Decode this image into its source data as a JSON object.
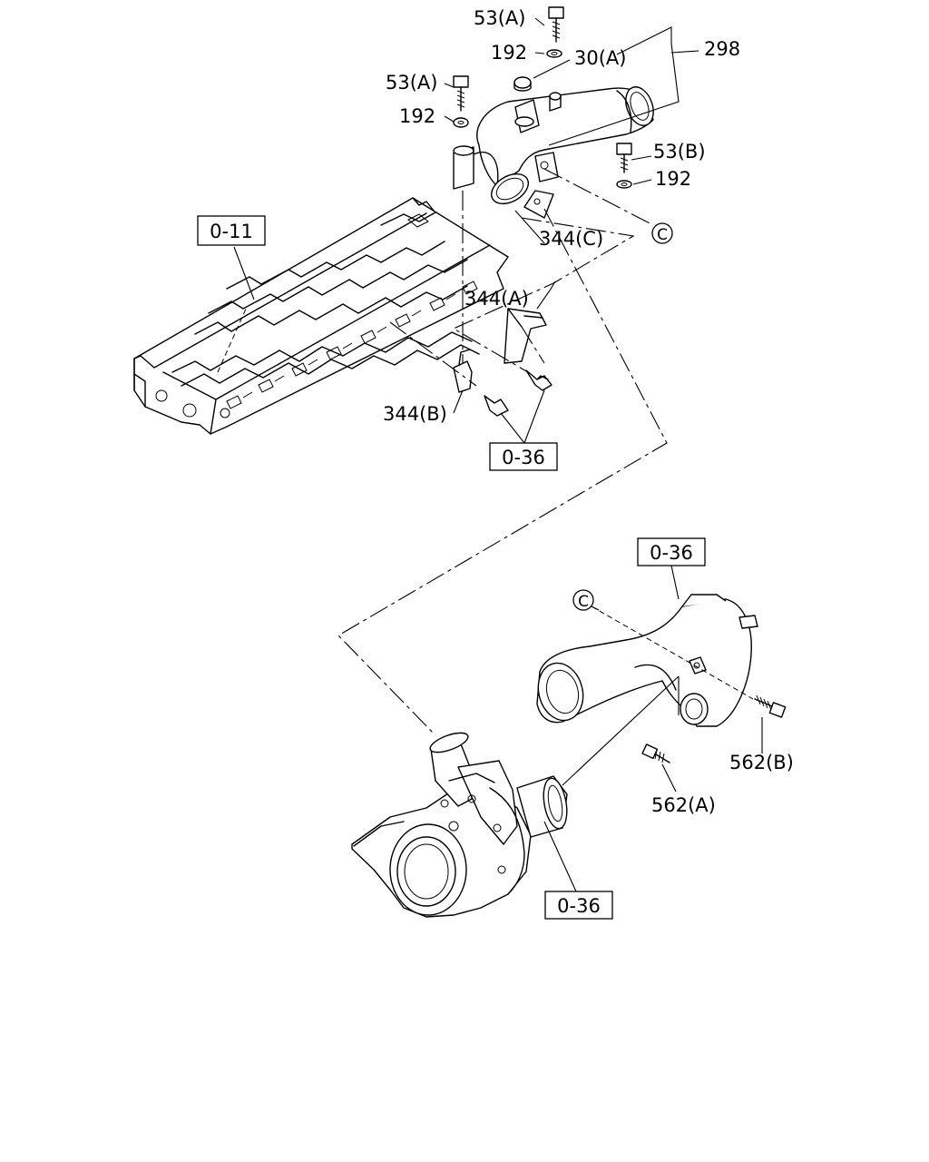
{
  "labels": {
    "bolt_53a_top": "53(A)",
    "washer_192_top": "192",
    "clip_30a": "30(A)",
    "pipe_298": "298",
    "bolt_53a_left": "53(A)",
    "washer_192_left": "192",
    "bolt_53b": "53(B)",
    "washer_192_right": "192",
    "bracket_344c": "344(C)",
    "bracket_344a": "344(A)",
    "bracket_344b": "344(B)",
    "bolt_562b": "562(B)",
    "bolt_562a": "562(A)"
  },
  "references": {
    "cylinder_head": "0-11",
    "bracket_ref": "0-36",
    "elbow_ref": "0-36",
    "turbo_ref": "0-36"
  },
  "connection_markers": {
    "upper": "C",
    "lower": "C"
  }
}
